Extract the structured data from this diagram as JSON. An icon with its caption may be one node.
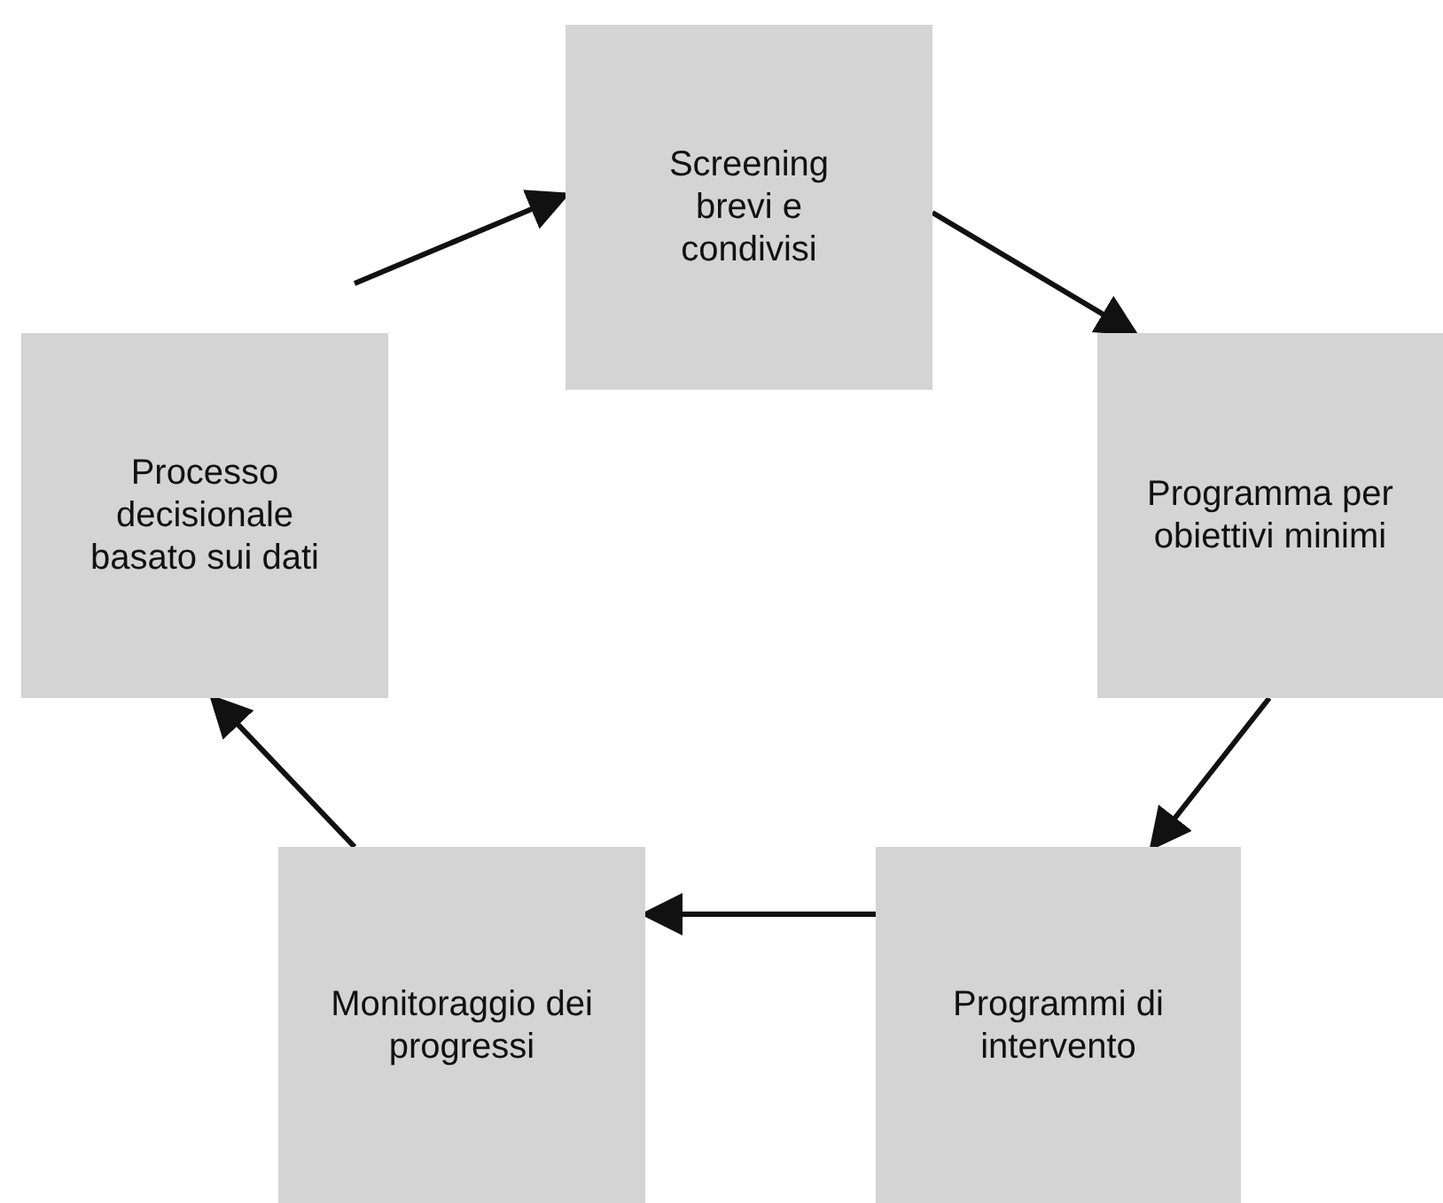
{
  "diagram": {
    "nodes": [
      {
        "text": [
          "Screening brevi e condivisi"
        ]
      },
      {
        "text": [
          "Programma per obiettivi minimi"
        ]
      },
      {
        "text": [
          "Programmi di intervento"
        ]
      },
      {
        "text": [
          "Monitoraggio dei progressi"
        ]
      },
      {
        "text": [
          "Processo decisionale basato sui dati"
        ]
      }
    ],
    "edges": [
      {
        "from": 0,
        "to": 1,
        "arrow": "to"
      },
      {
        "from": 1,
        "to": 2,
        "arrow": "to"
      },
      {
        "from": 2,
        "to": 3,
        "arrow": "to"
      },
      {
        "from": 3,
        "to": 4,
        "arrow": "to"
      },
      {
        "from": 4,
        "to": 0,
        "arrow": "to"
      }
    ]
  }
}
